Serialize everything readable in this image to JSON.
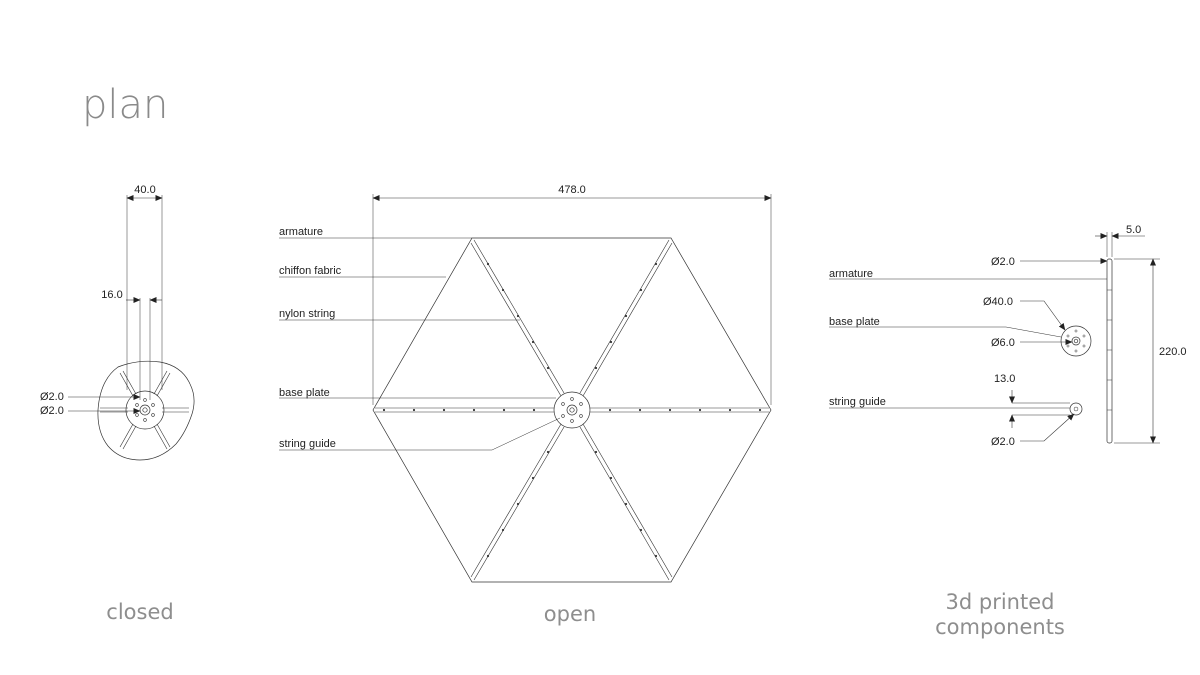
{
  "title": "plan",
  "captions": {
    "closed": "closed",
    "open": "open",
    "components_line1": "3d printed",
    "components_line2": "components"
  },
  "closed_view": {
    "dim_width": "40.0",
    "dim_inner": "16.0",
    "dim_dia_a": "Ø2.0",
    "dim_dia_b": "Ø2.0"
  },
  "open_view": {
    "dim_width": "478.0",
    "labels": {
      "armature": "armature",
      "chiffon": "chiffon fabric",
      "nylon": "nylon string",
      "base_plate": "base plate",
      "string_guide": "string guide"
    }
  },
  "components_view": {
    "dim_thickness": "5.0",
    "dim_length": "220.0",
    "dim_arm_dia": "Ø2.0",
    "dim_plate_dia": "Ø40.0",
    "dim_hole_dia": "Ø6.0",
    "dim_guide_h": "13.0",
    "dim_guide_dia": "Ø2.0",
    "labels": {
      "armature": "armature",
      "base_plate": "base plate",
      "string_guide": "string guide"
    }
  }
}
